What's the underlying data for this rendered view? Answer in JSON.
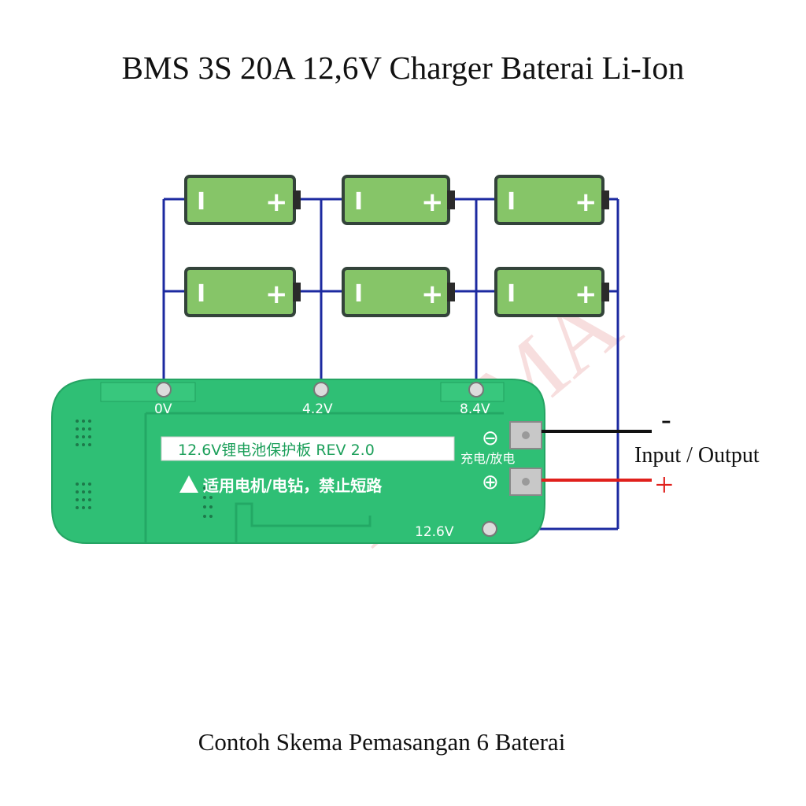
{
  "title": "BMS 3S 20A 12,6V Charger Baterai Li-Ion",
  "caption": "Contoh Skema Pemasangan 6  Baterai",
  "battery": {
    "minus_symbol": "I",
    "plus_symbol": "+"
  },
  "board": {
    "pad_labels": [
      "0V",
      "4.2V",
      "8.4V",
      "12.6V"
    ],
    "label_box_text": "12.6V锂电池保护板 REV 2.0",
    "warning_text": "适用电机/电钻，禁止短路",
    "charge_discharge_label": "充电/放电",
    "minus_terminal": "⊖",
    "plus_terminal": "⊕"
  },
  "io": {
    "label": "Input / Output",
    "minus": "-",
    "plus": "+"
  },
  "watermark": "FAHMA",
  "colors": {
    "battery_fill": "#86c568",
    "battery_stroke": "#33433a",
    "wire": "#1c2aa0",
    "pcb": "#2fbf75",
    "red_wire": "#e0201c",
    "black_wire": "#111111"
  }
}
